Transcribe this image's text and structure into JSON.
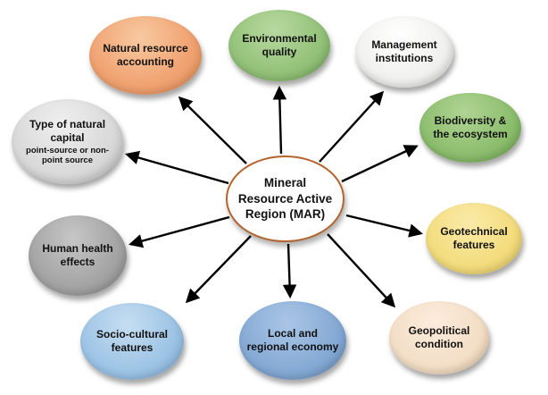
{
  "title": "Mineral Resource Active Region (MAR) spoke diagram",
  "center": {
    "label": "Mineral Resource Active Region (MAR)",
    "border_color": "#b4642d",
    "fill": "#ffffff"
  },
  "arrow_color": "#000000",
  "nodes": [
    {
      "id": "natural-resource-accounting",
      "label": "Natural resource accounting",
      "colors": {
        "light": "#f8c9a0",
        "base": "#f0a170",
        "dark": "#dd8c55"
      }
    },
    {
      "id": "environmental-quality",
      "label": "Environmental quality",
      "colors": {
        "light": "#b8d9a0",
        "base": "#92c178",
        "dark": "#74a85c"
      }
    },
    {
      "id": "management-institutions",
      "label": "Management institutions",
      "colors": {
        "light": "#ffffff",
        "base": "#f0f0ee",
        "dark": "#d6d6d2"
      }
    },
    {
      "id": "biodiversity-ecosystem",
      "label": "Biodiversity & the ecosystem",
      "colors": {
        "light": "#b0d494",
        "base": "#8bbd6c",
        "dark": "#6fa552"
      }
    },
    {
      "id": "geotechnical-features",
      "label": "Geotechnical features",
      "colors": {
        "light": "#faeaa8",
        "base": "#f3dc7d",
        "dark": "#e0c45e"
      }
    },
    {
      "id": "geopolitical-condition",
      "label": "Geopolitical condition",
      "colors": {
        "light": "#fcecdc",
        "base": "#f3dec6",
        "dark": "#e2c5a8"
      }
    },
    {
      "id": "local-regional-economy",
      "label": "Local and regional economy",
      "colors": {
        "light": "#aac6e6",
        "base": "#84a9d4",
        "dark": "#6b91c0"
      }
    },
    {
      "id": "socio-cultural-features",
      "label": "Socio-cultural features",
      "colors": {
        "light": "#c6def1",
        "base": "#9cc3e5",
        "dark": "#7fabd3"
      }
    },
    {
      "id": "human-health-effects",
      "label": "Human health effects",
      "colors": {
        "light": "#c6c6c6",
        "base": "#a3a3a3",
        "dark": "#888888"
      }
    },
    {
      "id": "type-of-natural-capital",
      "label": "Type of natural capital",
      "sublabel": "point-source or non-point source",
      "colors": {
        "light": "#efefef",
        "base": "#d8d8d8",
        "dark": "#bdbdbd"
      }
    }
  ]
}
